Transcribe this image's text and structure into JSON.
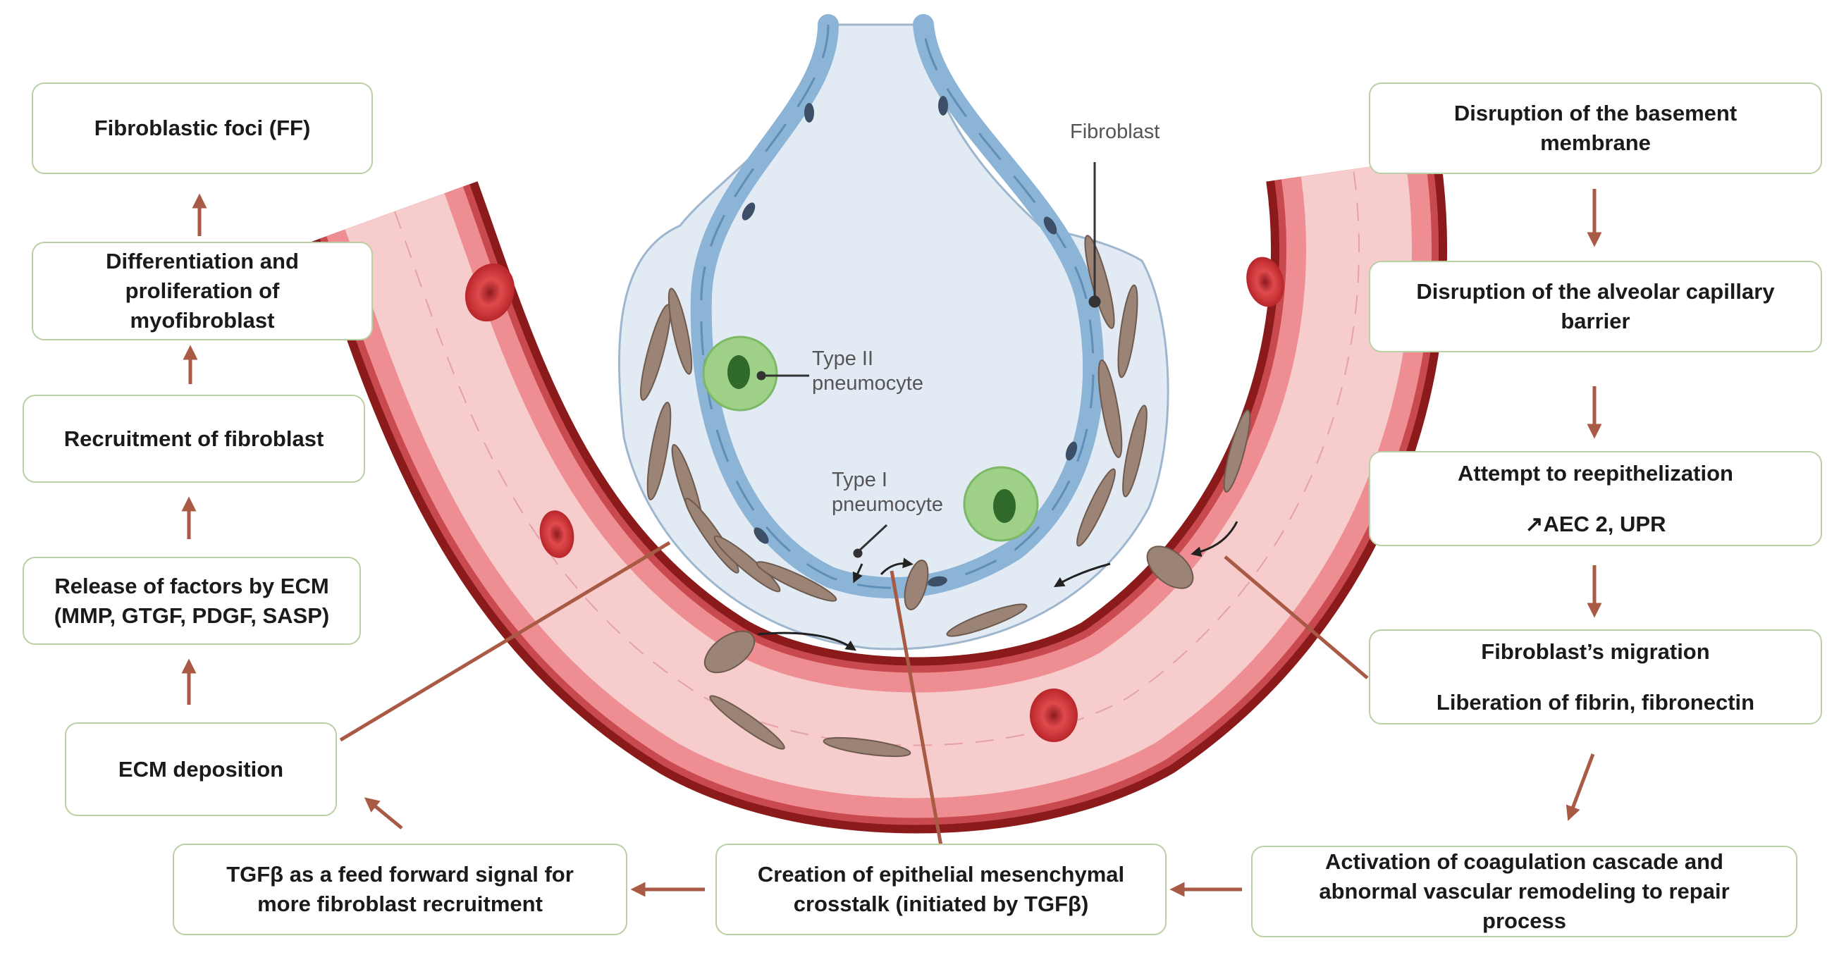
{
  "left_chain": {
    "ff": "Fibroblastic foci (FF)",
    "diff_line1": "Differentiation and",
    "diff_line2": "proliferation of",
    "diff_line3": "myofibroblast",
    "recruit": "Recruitment of fibroblast",
    "release_line1": "Release of factors by ECM",
    "release_line2": "(MMP, GTGF, PDGF, SASP)",
    "ecm": "ECM deposition"
  },
  "bottom_chain": {
    "tgf_line1": "TGFβ as a feed forward signal for",
    "tgf_line2": "more fibroblast recruitment",
    "emc_line1": "Creation of epithelial mesenchymal",
    "emc_line2": "crosstalk (initiated by TGFβ)",
    "coag_line1": "Activation of coagulation cascade and",
    "coag_line2": "abnormal vascular remodeling to repair",
    "coag_line3": "process"
  },
  "right_chain": {
    "bm_line1": "Disruption of the basement",
    "bm_line2": "membrane",
    "acb_line1": "Disruption of the alveolar capillary",
    "acb_line2": "barrier",
    "reep_title": "Attempt to reepithelization",
    "reep_sub": "↗AEC 2, UPR",
    "mig_title": "Fibroblast’s migration",
    "mig_sub": "Liberation of fibrin, fibronectin"
  },
  "labels": {
    "fibroblast": "Fibroblast",
    "type2_line1": "Type II",
    "type2_line2": "pneumocyte",
    "type1_line1": "Type I",
    "type1_line2": "pneumocyte"
  },
  "colors": {
    "box_border": "#b9cfa4",
    "arrow": "#a85a44",
    "vessel_dark": "#8b1a1a",
    "vessel_lumen": "#f6cccc",
    "endothelium": "#ee8e92",
    "alveolar_fill": "#e2ebf4",
    "epithelium": "#8bb4d6",
    "fibroblast": "#9b8475",
    "pneumocyte_ii": "#9ed088",
    "rbc": "#c42a2e"
  }
}
